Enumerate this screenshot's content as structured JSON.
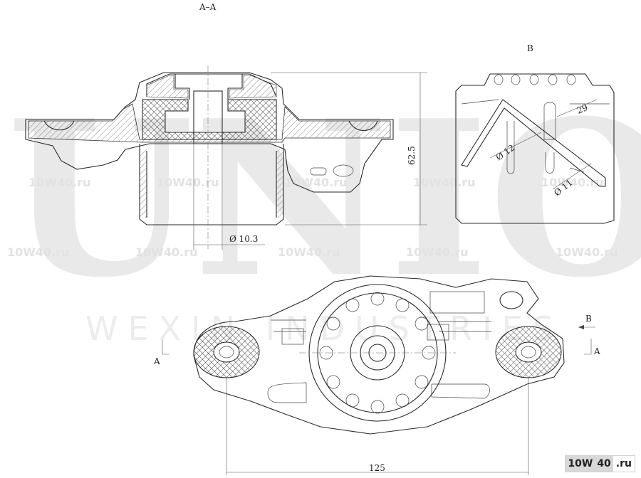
{
  "watermark": {
    "brand": "UNIO",
    "subtitle": "WEXIN INDUSTRIES",
    "tile": "10W40.ru"
  },
  "views": {
    "section_title": "A–A",
    "view_b_title": "B",
    "section_marker": "A",
    "direction_marker": "B"
  },
  "dimensions": {
    "height": "62.5",
    "bore_diameter": "Ø 10.3",
    "flat_width": "29",
    "diameter_12": "Ø 12",
    "diameter_11": "Ø 11",
    "hole_spacing": "125"
  },
  "site_badge": {
    "part1": "10W",
    "part2": "40",
    "part3": ".ru"
  }
}
